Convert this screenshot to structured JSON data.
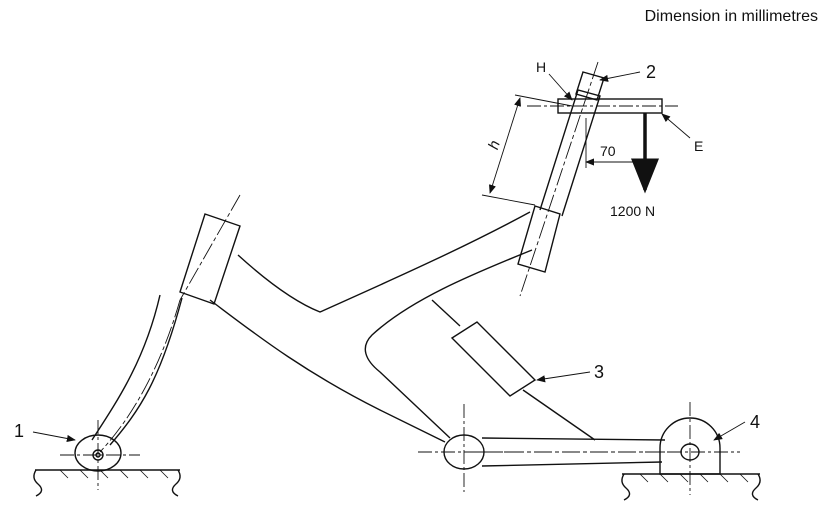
{
  "caption": "Dimension in millimetres",
  "labels": {
    "item1": "1",
    "item2": "2",
    "item3": "3",
    "item4": "4",
    "point_h": "H",
    "point_e": "E",
    "dim_h": "h",
    "dim_offset": "70",
    "force": "1200 N"
  },
  "colors": {
    "ink": "#111111",
    "ground": "#222222",
    "background": "#ffffff"
  }
}
